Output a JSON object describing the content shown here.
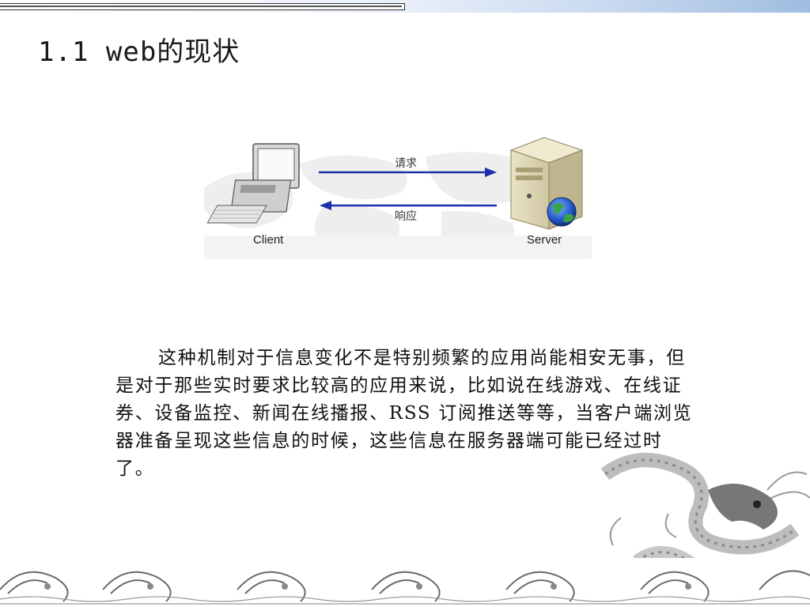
{
  "slide": {
    "title": "1.1 web的现状",
    "diagram": {
      "client_label": "Client",
      "server_label": "Server",
      "request_label": "请求",
      "response_label": "响应",
      "arrow_color": "#1c2ea8"
    },
    "paragraph": "这种机制对于信息变化不是特别频繁的应用尚能相安无事，但是对于那些实时要求比较高的应用来说，比如说在线游戏、在线证券、设备监控、新闻在线播报、RSS 订阅推送等等，当客户端浏览器准备呈现这些信息的时候，这些信息在服务器端可能已经过时了。"
  }
}
